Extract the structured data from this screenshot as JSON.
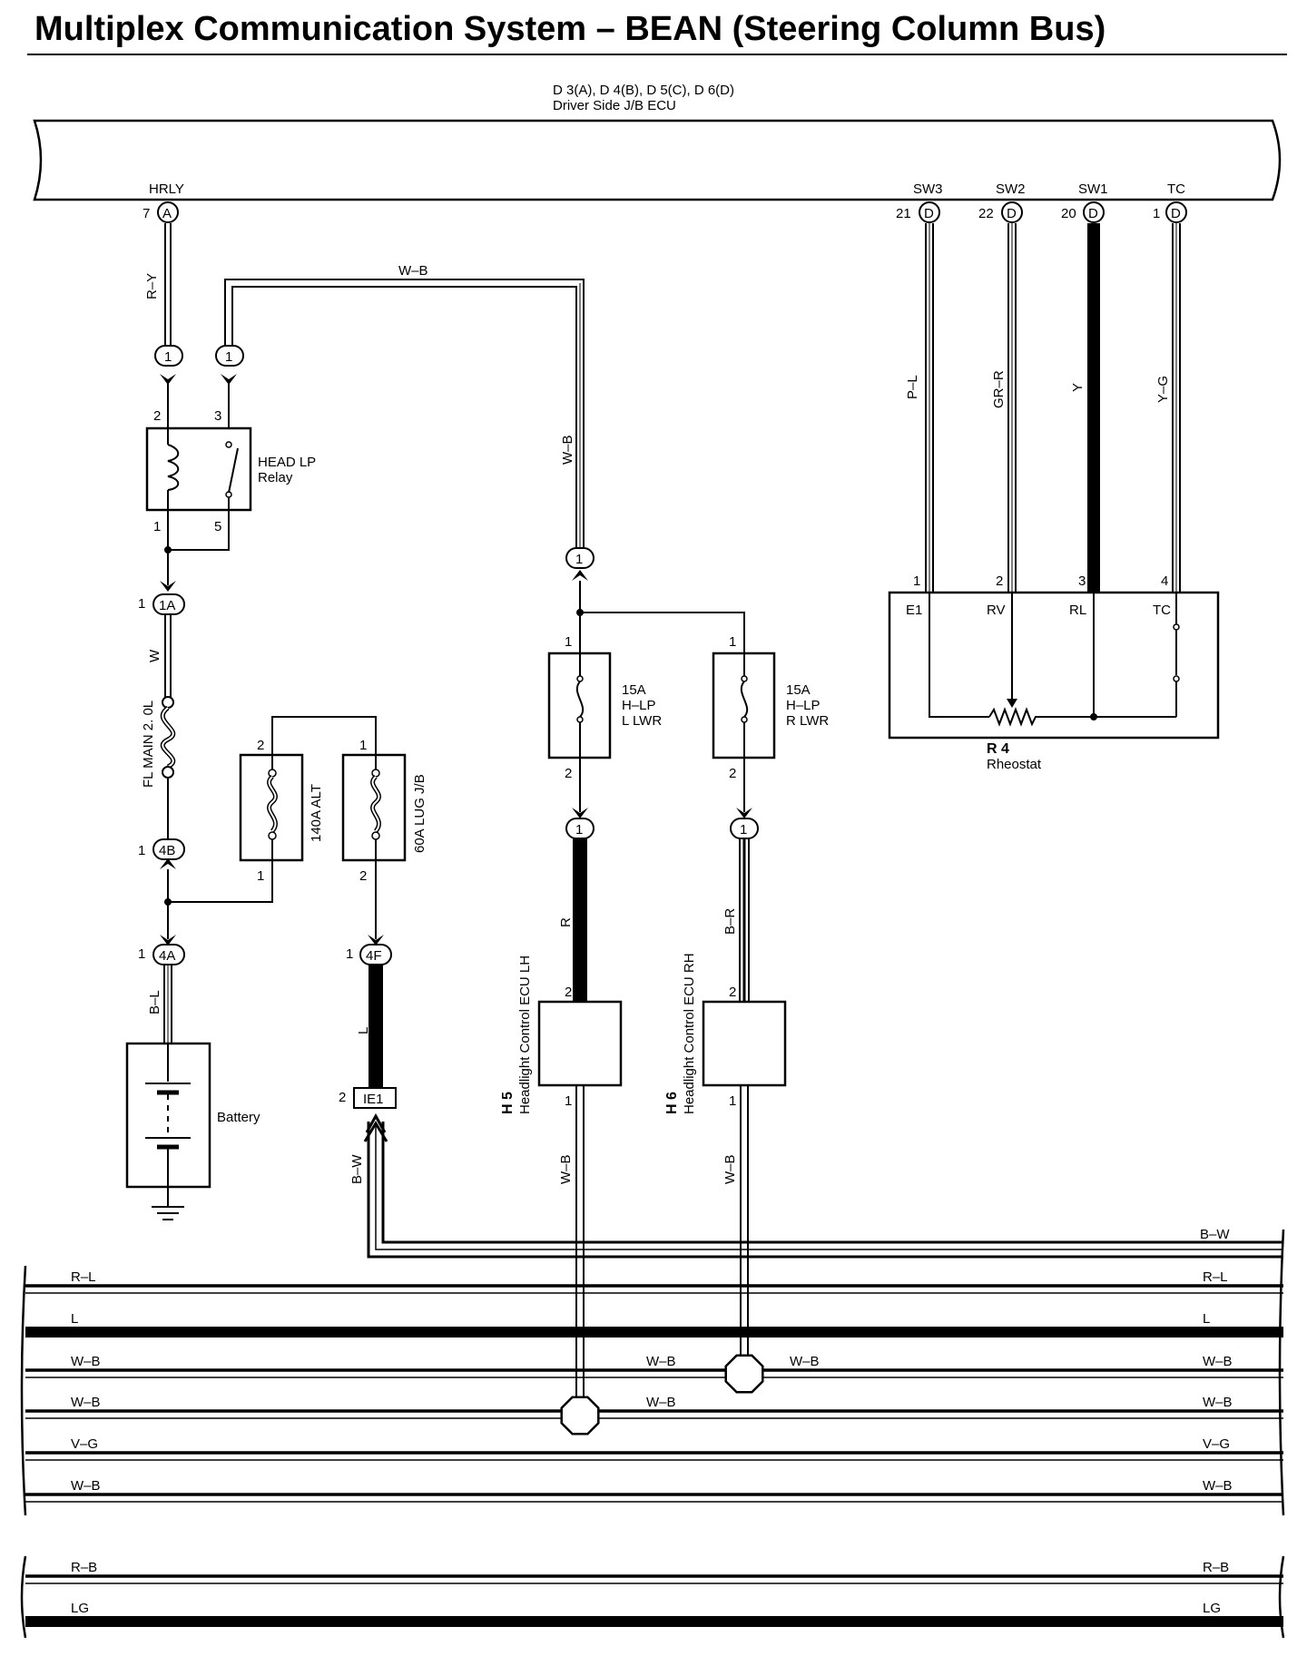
{
  "title": "Multiplex Communication System – BEAN (Steering Column Bus)",
  "ecu": {
    "codes": "D 3(A), D 4(B), D 5(C), D 6(D)",
    "name": "Driver Side J/B ECU",
    "pins": [
      {
        "name": "HRLY",
        "num": "7",
        "conn": "A"
      },
      {
        "name": "SW3",
        "num": "21",
        "conn": "D"
      },
      {
        "name": "SW2",
        "num": "22",
        "conn": "D"
      },
      {
        "name": "SW1",
        "num": "20",
        "conn": "D"
      },
      {
        "name": "TC",
        "num": "1",
        "conn": "D"
      }
    ]
  },
  "relay": {
    "name": "HEAD LP",
    "sub": "Relay",
    "pins": [
      "2",
      "3",
      "1",
      "5"
    ]
  },
  "wires": {
    "r_y": "R–Y",
    "w_b_top": "W–B",
    "w_b_vert": "W–B",
    "w": "W",
    "b_l": "B–L",
    "l": "L",
    "b_w": "B–W",
    "r": "R",
    "b_r": "B–R",
    "w_b_h5": "W–B",
    "w_b_h6": "W–B",
    "p_l": "P–L",
    "gr_r": "GR–R",
    "y": "Y",
    "y_g": "Y–G"
  },
  "connectors": {
    "c1": "1",
    "c1A": "1A",
    "c4B": "4B",
    "c4A": "4A",
    "c4F": "4F",
    "ie1": "IE1",
    "c1_num": "1",
    "c4B_num": "1",
    "c4A_num": "1",
    "c4F_num": "1",
    "ie1_num": "2"
  },
  "fuses": {
    "fl_main": "FL MAIN 2. 0L",
    "alt": "140A ALT",
    "alt_top": "2",
    "alt_bot": "1",
    "lug": "60A LUG J/B",
    "lug_top": "1",
    "lug_bot": "2",
    "lwr_l": {
      "amp": "15A",
      "name": "H–LP",
      "side": "L LWR",
      "top": "1",
      "bot": "2"
    },
    "lwr_r": {
      "amp": "15A",
      "name": "H–LP",
      "side": "R LWR",
      "top": "1",
      "bot": "2"
    }
  },
  "battery": "Battery",
  "h5": {
    "code": "H 5",
    "name": "Headlight Control ECU LH",
    "in": "2",
    "out": "1"
  },
  "h6": {
    "code": "H 6",
    "name": "Headlight Control ECU RH",
    "in": "2",
    "out": "1"
  },
  "rheostat": {
    "code": "R 4",
    "name": "Rheostat",
    "pins": [
      "1",
      "2",
      "3",
      "4"
    ],
    "terms": [
      "E1",
      "RV",
      "RL",
      "TC"
    ]
  },
  "bus_labels": {
    "b_w": "B–W",
    "rows": [
      {
        "left": "R–L",
        "right": "R–L"
      },
      {
        "left": "L",
        "right": "L"
      },
      {
        "left": "W–B",
        "mid1": "W–B",
        "mid2": "W–B",
        "right": "W–B"
      },
      {
        "left": "W–B",
        "mid1": "W–B",
        "right": "W–B"
      },
      {
        "left": "V–G",
        "right": "V–G"
      },
      {
        "left": "W–B",
        "right": "W–B"
      }
    ],
    "rows2": [
      {
        "left": "R–B",
        "right": "R–B"
      },
      {
        "left": "LG",
        "right": "LG"
      }
    ]
  }
}
